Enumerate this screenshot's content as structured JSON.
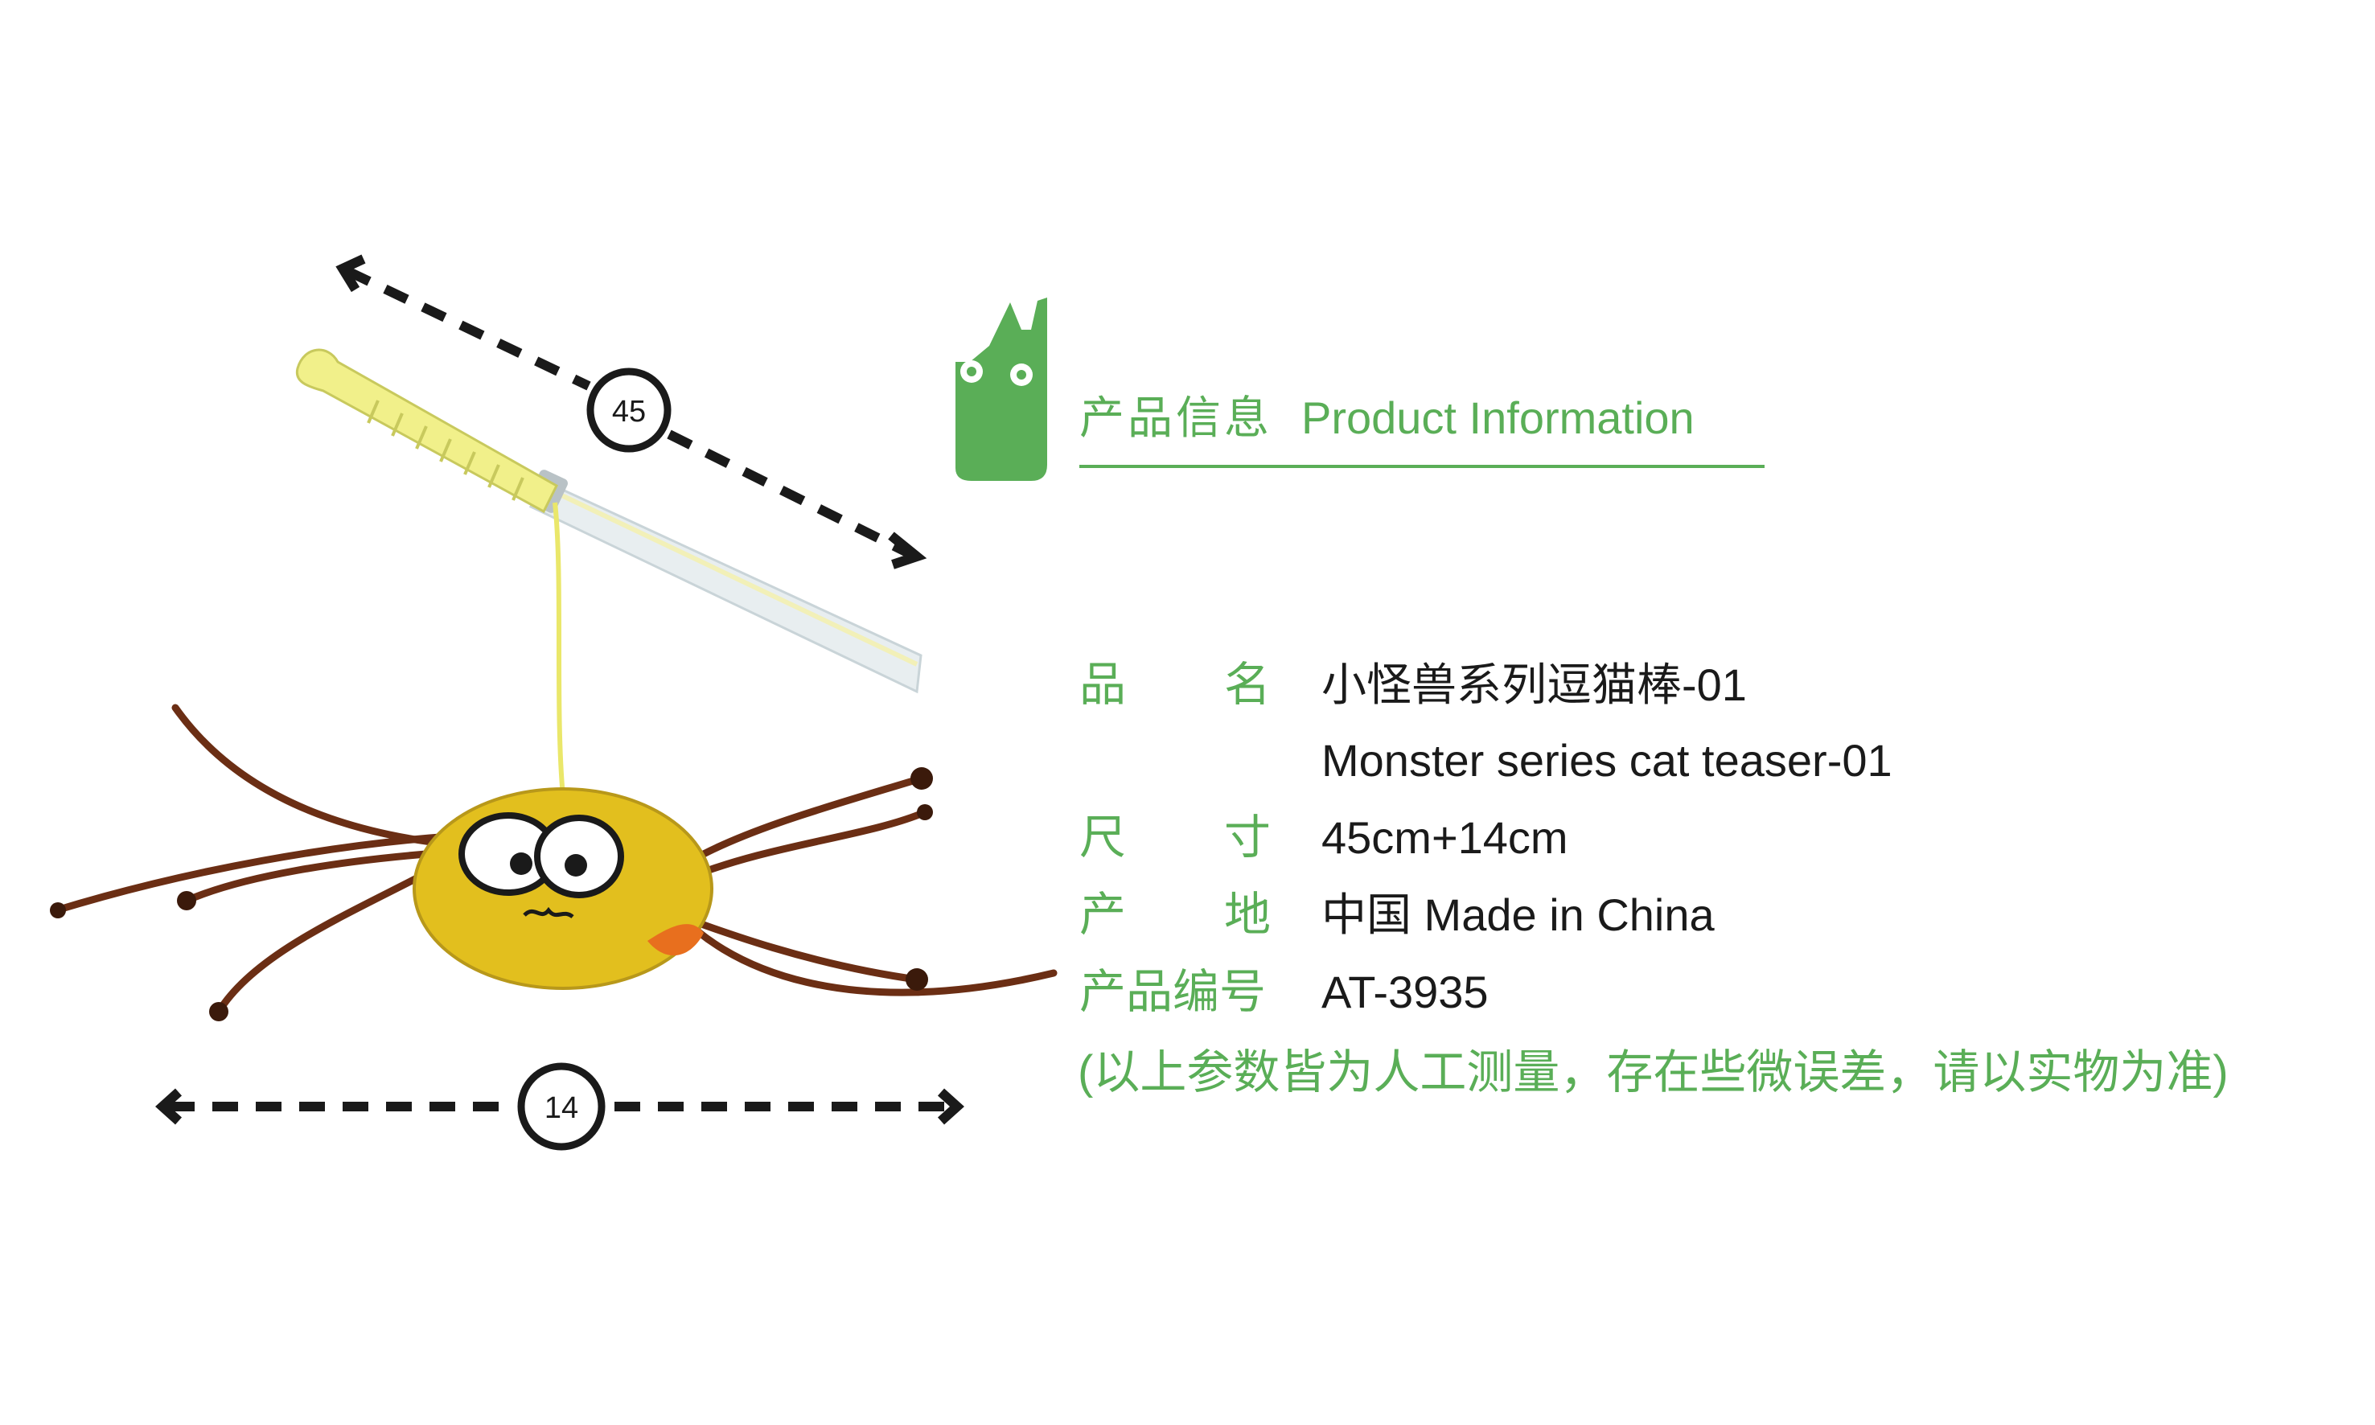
{
  "dimensions": {
    "rod_length": "45",
    "spider_width": "14"
  },
  "heading": {
    "cn": "产品信息",
    "en": "Product Information"
  },
  "specs": {
    "name": {
      "label_first": "品",
      "label_second": "名",
      "value_cn": "小怪兽系列逗猫棒-01",
      "value_en": "Monster series cat teaser-01"
    },
    "size": {
      "label_first": "尺",
      "label_second": "寸",
      "value": "45cm+14cm"
    },
    "origin": {
      "label_first": "产",
      "label_second": "地",
      "value": "中国 Made in China"
    },
    "code": {
      "label": "产品编号",
      "value": "AT-3935"
    }
  },
  "note": "(以上参数皆为人工测量，存在些微误差，请以实物为准)",
  "colors": {
    "accent_green": "#5aae57",
    "text_dark": "#1a1a1a",
    "background": "#ffffff"
  },
  "icons": {
    "logo": "green-monster-logo-icon",
    "toy": "spider-cat-teaser-image"
  }
}
